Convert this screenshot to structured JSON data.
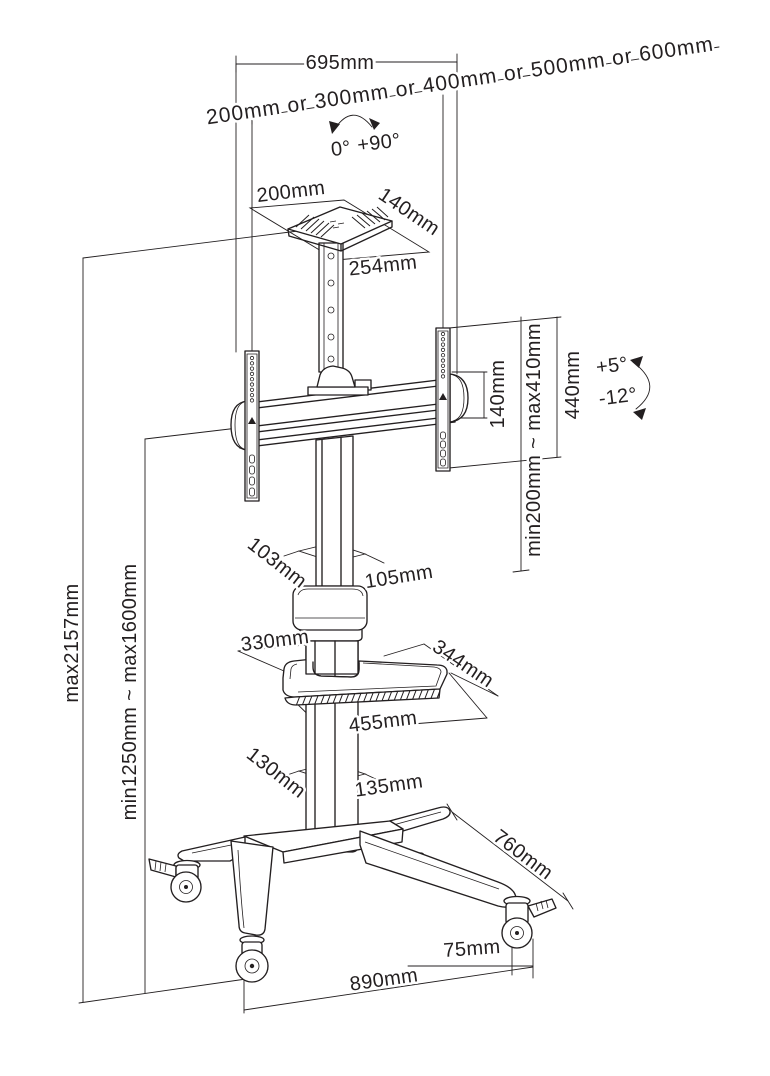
{
  "canvas": {
    "background": "#ffffff",
    "line_color": "#231f20"
  },
  "labels": {
    "top_width": "695mm",
    "vesa_width_options": "200mm or 300mm or 400mm or 500mm or 600mm",
    "rotation_start": "0°",
    "rotation_end": "+90°",
    "shelf_width": "200mm",
    "shelf_depth": "140mm",
    "shelf_diagonal": "254mm",
    "bracket_knob_height": "140mm",
    "vesa_height_range": "min200mm ~ max410mm",
    "bracket_height": "440mm",
    "tilt_up": "+5°",
    "tilt_down": "-12°",
    "total_height_max": "max2157mm",
    "screen_center_height_range": "min1250mm ~ max1600mm",
    "upper_column_depth": "103mm",
    "upper_column_width": "105mm",
    "tray_depth": "330mm",
    "tray_side": "344mm",
    "tray_width": "455mm",
    "lower_column_depth": "130mm",
    "lower_column_width": "135mm",
    "leg_length": "760mm",
    "caster_offset": "75mm",
    "base_width": "890mm"
  }
}
